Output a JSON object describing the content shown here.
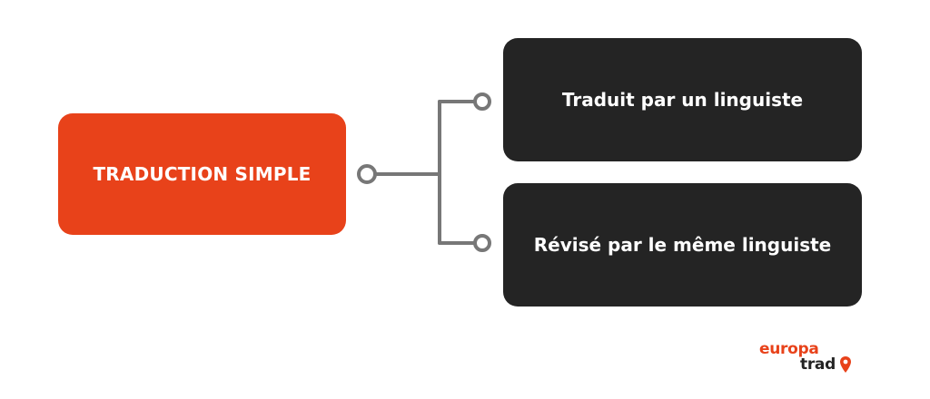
{
  "diagram": {
    "root": {
      "label": "TRADUCTION SIMPLE"
    },
    "children": [
      {
        "label": "Traduit par un linguiste"
      },
      {
        "label": "Révisé par le même linguiste"
      }
    ]
  },
  "colors": {
    "accent": "#e8421a",
    "dark_box": "#242424",
    "connector": "#777777",
    "background": "#ffffff"
  },
  "logo": {
    "line1": "europa",
    "line2": "trad",
    "icon": "location-pin-icon"
  }
}
